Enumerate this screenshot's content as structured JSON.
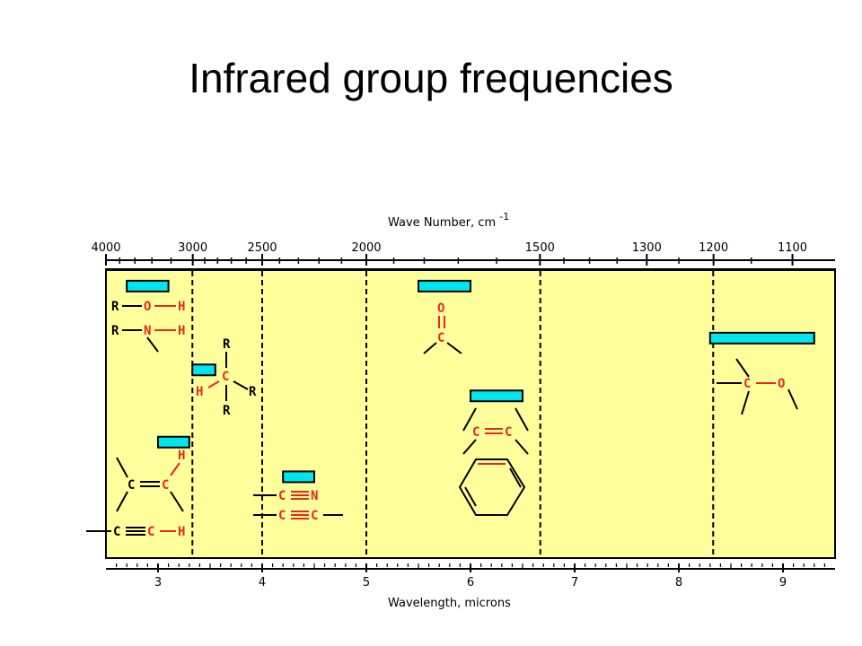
{
  "slide": {
    "title": "Infrared group frequencies"
  },
  "colors": {
    "background": "#ffffff",
    "plot_fill": "#ffff9c",
    "band_fill": "#00e5ee",
    "atom_red": "#e8281e",
    "bond_black": "#000000"
  },
  "axes": {
    "top": {
      "title": "Wave Number, cm",
      "title_superscript": "-1",
      "tick_labels": [
        "4000",
        "3000",
        "2500",
        "2000",
        "1500",
        "1300",
        "1200",
        "1100"
      ],
      "tick_values": [
        4000,
        3000,
        2500,
        2000,
        1500,
        1300,
        1200,
        1100
      ]
    },
    "bottom": {
      "title": "Wavelength, microns",
      "tick_labels": [
        "3",
        "4",
        "5",
        "6",
        "7",
        "8",
        "9"
      ],
      "tick_values": [
        3,
        4,
        5,
        6,
        7,
        8,
        9
      ],
      "range": [
        2.5,
        9.5
      ]
    }
  },
  "divider_microns": [
    3.33,
    4.0,
    5.0,
    6.67,
    8.33
  ],
  "bands": [
    {
      "group": "O-H / N-H",
      "start_um": 2.7,
      "end_um": 3.1,
      "row": 0.04
    },
    {
      "group": "C=O",
      "start_um": 5.5,
      "end_um": 6.0,
      "row": 0.04
    },
    {
      "group": "C-O",
      "start_um": 8.3,
      "end_um": 9.3,
      "row": 0.22
    },
    {
      "group": "C-H alkane",
      "start_um": 3.33,
      "end_um": 3.55,
      "row": 0.33
    },
    {
      "group": "C=C",
      "start_um": 6.0,
      "end_um": 6.5,
      "row": 0.42
    },
    {
      "group": "=C-H",
      "start_um": 3.0,
      "end_um": 3.3,
      "row": 0.58
    },
    {
      "group": "C≡N / C≡C",
      "start_um": 4.2,
      "end_um": 4.5,
      "row": 0.7
    }
  ],
  "labels": {
    "oh": {
      "r": "R",
      "o": "O",
      "h": "H"
    },
    "nh": {
      "r": "R",
      "n": "N",
      "h": "H"
    },
    "ch_alkane": {
      "r_top": "R",
      "h": "H",
      "c": "C",
      "r_right": "R",
      "r_bottom": "R"
    },
    "carbonyl": {
      "o": "O",
      "c": "C"
    },
    "ether": {
      "c": "C",
      "o": "O"
    },
    "alkene_ch": {
      "h": "H",
      "c1": "C",
      "c2": "C"
    },
    "alkyne_ch": {
      "c1": "C",
      "c2": "C",
      "h": "H"
    },
    "nitrile": {
      "c": "C",
      "n": "N"
    },
    "alkyne": {
      "c1": "C",
      "c2": "C"
    },
    "alkene": {
      "c1": "C",
      "c2": "C"
    }
  }
}
